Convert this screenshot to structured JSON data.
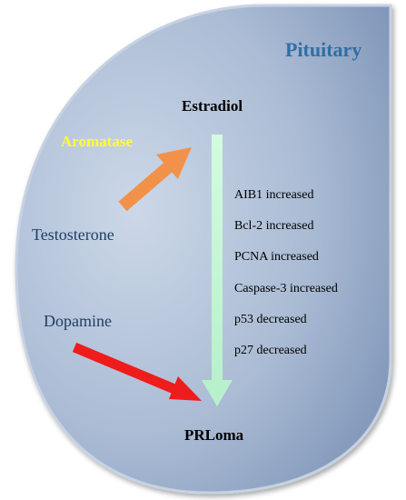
{
  "diagram": {
    "title": "Pituitary",
    "nodes": {
      "estradiol": "Estradiol",
      "prloma": "PRLoma",
      "testosterone": "Testosterone",
      "dopamine": "Dopamine",
      "aromatase": "Aromatase"
    },
    "effects": [
      "AIB1 increased",
      "Bcl-2 increased",
      "PCNA increased",
      "Caspase-3 increased",
      "p53 decreased",
      "p27 decreased"
    ],
    "colors": {
      "shape_fill": "#9fb3cf",
      "shape_stroke": "#c6d2e2",
      "title_text": "#2e6fa6",
      "label_text": "#1f3f66",
      "aromatase_text": "#ffff33",
      "aromatase_arrow": "#f2924a",
      "dopamine_arrow": "#ee1c1c",
      "main_arrow": "#c9f7da"
    },
    "arrows": [
      {
        "from": "testosterone",
        "to": "estradiol",
        "via": "aromatase",
        "color": "#f2924a"
      },
      {
        "from": "estradiol",
        "to": "prloma",
        "color": "#c9f7da"
      },
      {
        "from": "dopamine",
        "to": "prloma",
        "color": "#ee1c1c"
      }
    ]
  }
}
